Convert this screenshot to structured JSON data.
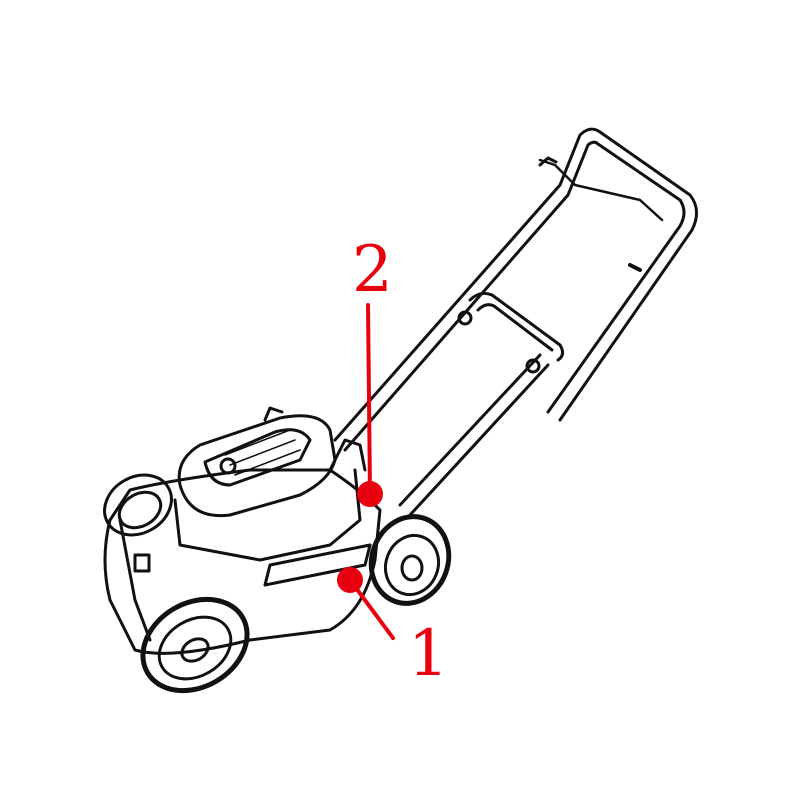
{
  "diagram": {
    "subject": "lawn-mower",
    "callouts": [
      {
        "label": "1",
        "part": "deck"
      },
      {
        "label": "2",
        "part": "handle-mount"
      }
    ],
    "colors": {
      "callout": "#e8000f",
      "line_art": "#111111"
    }
  }
}
